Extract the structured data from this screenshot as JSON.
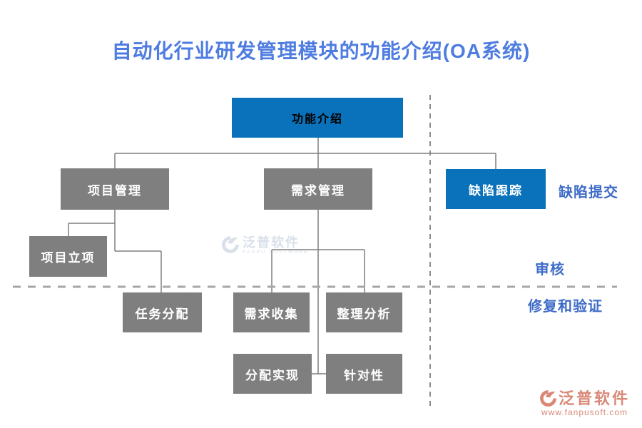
{
  "page_title": "自动化行业研发管理模块的功能介绍(OA系统)",
  "nodes": {
    "root": "功能介绍",
    "project": "项目管理",
    "demand": "需求管理",
    "defect": "缺陷跟踪",
    "project_init": "项目立项",
    "task_assign": "任务分配",
    "demand_collect": "需求收集",
    "analyze": "整理分析",
    "assign_impl": "分配实现",
    "targeted": "针对性"
  },
  "side_labels": {
    "defect_submit": "缺陷提交",
    "review": "审核",
    "fix_verify": "修复和验证"
  },
  "watermark": {
    "brand": "泛普软件",
    "brand_en": "FANPU SOFTWARE"
  },
  "footer": {
    "brand": "泛普软件",
    "website": "www.fanpusoft.com"
  },
  "colors": {
    "title_blue": "#4e7ce0",
    "side_label_blue": "#3e6cc8",
    "node_blue": "#0a72ba",
    "node_gray": "#7f7f7f",
    "node_text_on_gray": "#ffffff",
    "node_text_on_root": "#000000",
    "connector_gray": "#7f7f7f",
    "dashed_divider_gray": "#a6a6a6",
    "logo_salmon": "#d98877"
  }
}
